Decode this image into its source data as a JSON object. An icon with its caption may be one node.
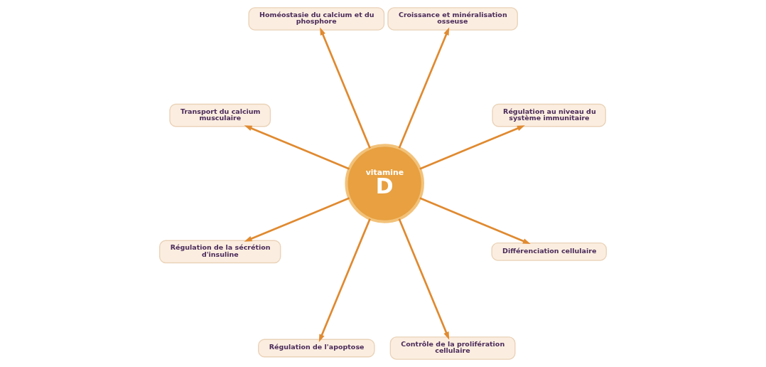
{
  "diagram": {
    "nodes": [
      {
        "text": [
          "vitamine",
          "D"
        ]
      },
      {
        "text": [
          "Régulation au niveau du système immunitaire"
        ]
      },
      {
        "text": [
          "Croissance et minéralisation osseuse"
        ]
      },
      {
        "text": [
          "Homéostasie du calcium et du phosphore"
        ]
      },
      {
        "text": [
          "Transport du calcium musculaire"
        ]
      },
      {
        "text": [
          "Régulation de la sécrétion d'insuline"
        ]
      },
      {
        "text": [
          "Régulation de l'apoptose"
        ]
      },
      {
        "text": [
          "Contrôle de la prolifération cellulaire"
        ]
      },
      {
        "text": [
          "Différenciation cellulaire"
        ]
      }
    ],
    "edges": [
      {
        "from": 0,
        "to": 1,
        "arrow": "to"
      },
      {
        "from": 0,
        "to": 3,
        "arrow": "to"
      },
      {
        "from": 0,
        "to": 5,
        "arrow": "to"
      },
      {
        "from": 0,
        "to": 7,
        "arrow": "to"
      },
      {
        "from": 0,
        "to": 8,
        "arrow": "to"
      },
      {
        "from": 0,
        "to": 6,
        "arrow": "to"
      },
      {
        "from": 0,
        "to": 4,
        "arrow": "to"
      },
      {
        "from": 0,
        "to": 2,
        "arrow": "to"
      }
    ]
  }
}
